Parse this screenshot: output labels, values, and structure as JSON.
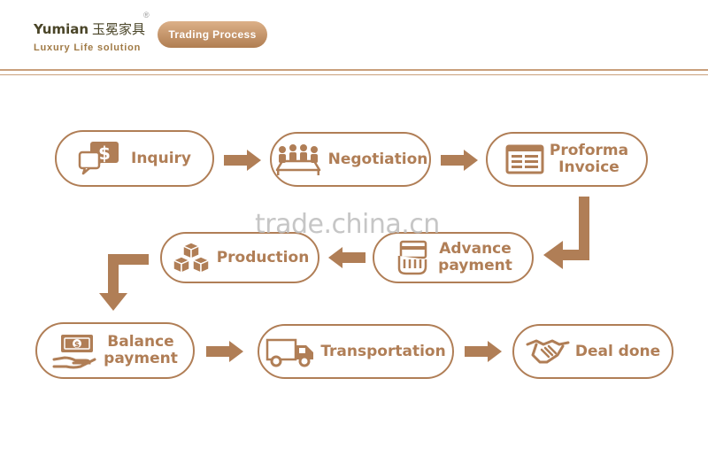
{
  "brand": {
    "name": "Yumian",
    "name_cn": "玉冕家具",
    "registered": "®",
    "tagline": "Luxury Life solution"
  },
  "header": {
    "title": "Trading Process"
  },
  "steps": [
    {
      "label": "Inquiry",
      "icon": "dollar-chat-icon"
    },
    {
      "label": "Negotiation",
      "icon": "meeting-icon"
    },
    {
      "label_line1": "Proforma",
      "label_line2": "Invoice",
      "icon": "invoice-icon"
    },
    {
      "label_line1": "Advance",
      "label_line2": "payment",
      "icon": "card-hand-icon"
    },
    {
      "label": "Production",
      "icon": "boxes-icon"
    },
    {
      "label_line1": "Balance",
      "label_line2": "payment",
      "icon": "cash-hand-icon"
    },
    {
      "label": "Transportation",
      "icon": "truck-icon"
    },
    {
      "label": "Deal done",
      "icon": "handshake-icon"
    }
  ],
  "watermark": "trade.china.cn",
  "colors": {
    "accent": "#b07e56",
    "brand_dark": "#4a4528",
    "watermark": "#bdbdbd"
  }
}
